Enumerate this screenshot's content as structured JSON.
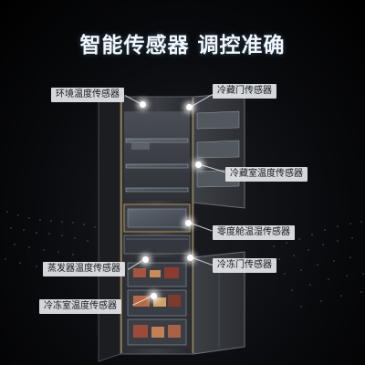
{
  "headline": "智能传感器 调控准确",
  "sensors": {
    "ambient": "环境温度传感器",
    "fridge_door": "冷藏门传感器",
    "fridge_temp": "冷藏室温度传感器",
    "zero_zone": "零度舱温湿传感器",
    "freezer_door": "冷冻门传感器",
    "evaporator": "蒸发器温度传感器",
    "freezer_temp": "冷冻室温度传感器"
  },
  "colors": {
    "tag_bg": "#e6e8ec",
    "glow": "#ffffff",
    "frame_gold": "#b7914d"
  }
}
